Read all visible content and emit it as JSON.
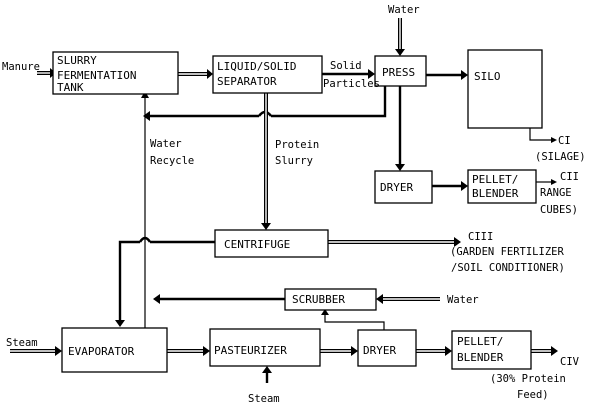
{
  "boxes": {
    "slurry_tank": [
      "SLURRY",
      "FERMENTATION",
      "TANK"
    ],
    "separator": [
      "LIQUID/SOLID",
      "SEPARATOR"
    ],
    "press": [
      "PRESS"
    ],
    "silo": [
      "SILO"
    ],
    "dryer_top": [
      "DRYER"
    ],
    "pellet_blender_top": [
      "PELLET/",
      "BLENDER"
    ],
    "centrifuge": [
      "CENTRIFUGE"
    ],
    "scrubber": [
      "SCRUBBER"
    ],
    "evaporator": [
      "EVAPORATOR"
    ],
    "pasteurizer": [
      "PASTEURIZER"
    ],
    "dryer_bottom": [
      "DRYER"
    ],
    "pellet_blender_bottom": [
      "PELLET/",
      "BLENDER"
    ]
  },
  "labels": {
    "manure": "Manure",
    "water_top": "Water",
    "solid_particles": [
      "Solid",
      "Particles"
    ],
    "water_recycle": [
      "Water",
      "Recycle"
    ],
    "protein_slurry": [
      "Protein",
      "Slurry"
    ],
    "ci": [
      "CI",
      "(SILAGE)"
    ],
    "cii": [
      "CII",
      "RANGE",
      "CUBES)"
    ],
    "ciii": [
      "CIII",
      "(GARDEN FERTILIZER",
      "/SOIL CONDITIONER)"
    ],
    "water_right": "Water",
    "steam_left": "Steam",
    "steam_bottom": "Steam",
    "civ": [
      "CIV",
      "(30% Protein",
      "Feed)"
    ]
  }
}
